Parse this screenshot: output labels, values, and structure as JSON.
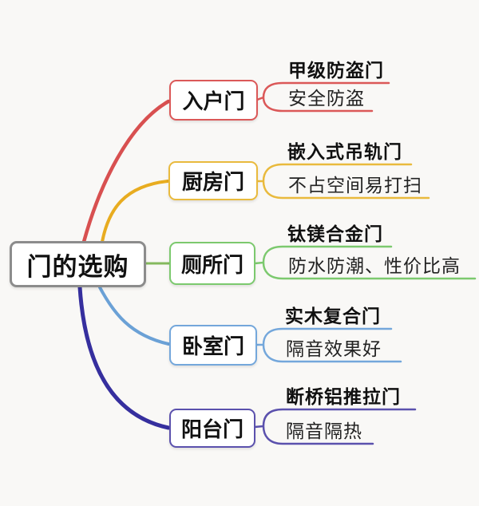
{
  "title": "门的选购 mind map",
  "colors": {
    "canvas_bg": "#f9f8f6",
    "root_border": "#8c8c8c",
    "text": "#111111"
  },
  "root": {
    "label": "门的选购"
  },
  "branches": [
    {
      "label": "入户门",
      "color": "#db5858",
      "curve_color": "#d85050",
      "type_label": "甲级防盗门",
      "feature_label": "安全防盗"
    },
    {
      "label": "厨房门",
      "color": "#e9ba3d",
      "curve_color": "#e8ac20",
      "type_label": "嵌入式吊轨门",
      "feature_label": "不占空间易打扫"
    },
    {
      "label": "厕所门",
      "color": "#7cc96e",
      "curve_color": "#85b95e",
      "type_label": "钛镁合金门",
      "feature_label": "防水防潮、性价比高"
    },
    {
      "label": "卧室门",
      "color": "#74a7db",
      "curve_color": "#6ba1d6",
      "type_label": "实木复合门",
      "feature_label": "隔音效果好"
    },
    {
      "label": "阳台门",
      "color": "#5b51ad",
      "curve_color": "#362f9e",
      "type_label": "断桥铝推拉门",
      "feature_label": "隔音隔热"
    }
  ]
}
